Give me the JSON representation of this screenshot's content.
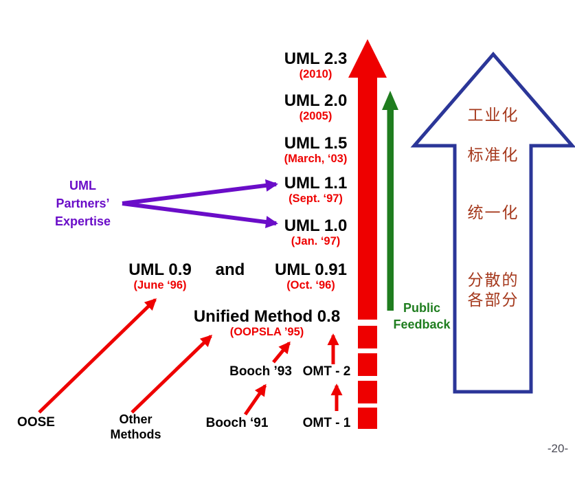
{
  "slide": {
    "page_number": "-20-"
  },
  "colors": {
    "timeline_red": "#ee0000",
    "feedback_green": "#1f7d1f",
    "partners_purple": "#6a0dc8",
    "evolution_blue_outline": "#2b3698",
    "cjk_brown": "#a5391d",
    "label_black": "#000000",
    "page_number_gray": "#4a4a55"
  },
  "timeline": {
    "versions": [
      {
        "name": "UML 2.3",
        "date": "(2010)"
      },
      {
        "name": "UML 2.0",
        "date": "(2005)"
      },
      {
        "name": "UML 1.5",
        "date": "(March, ‘03)"
      },
      {
        "name": "UML 1.1",
        "date": "(Sept. ‘97)"
      },
      {
        "name": "UML 1.0",
        "date": "(Jan. ‘97)"
      }
    ],
    "uml09": {
      "name": "UML 0.9",
      "date": "(June ‘96)"
    },
    "and_label": "and",
    "uml091": {
      "name": "UML 0.91",
      "date": "(Oct. ‘96)"
    },
    "unified_method": {
      "name": "Unified Method 0.8",
      "date": "(OOPSLA ’95)"
    }
  },
  "methods": {
    "booch93": "Booch ’93",
    "omt2": "OMT - 2",
    "booch91": "Booch ‘91",
    "omt1": "OMT - 1",
    "oose": "OOSE",
    "other_methods_line1": "Other",
    "other_methods_line2": "Methods"
  },
  "annotations": {
    "uml_partners": {
      "line1": "UML",
      "line2": "Partners’",
      "line3": "Expertise"
    },
    "public_feedback": {
      "line1": "Public",
      "line2": "Feedback"
    }
  },
  "evolution_arrow": {
    "label_industrialization": "工业化",
    "label_standardization": "标准化",
    "label_unification": "统一化",
    "label_scattered_line1": "分散的",
    "label_scattered_line2": "各部分"
  }
}
